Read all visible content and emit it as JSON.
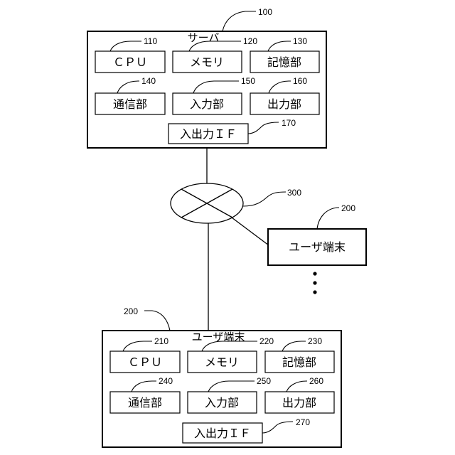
{
  "server": {
    "title": "サーバ",
    "ref": "100",
    "components": [
      {
        "label": "ＣＰＵ",
        "ref": "110"
      },
      {
        "label": "メモリ",
        "ref": "120"
      },
      {
        "label": "記憶部",
        "ref": "130"
      },
      {
        "label": "通信部",
        "ref": "140"
      },
      {
        "label": "入力部",
        "ref": "150"
      },
      {
        "label": "出力部",
        "ref": "160"
      }
    ],
    "io_if": {
      "label": "入出力ＩＦ",
      "ref": "170"
    }
  },
  "network": {
    "ref": "300"
  },
  "user_terminal_remote": {
    "label": "ユーザ端末",
    "ref": "200"
  },
  "user_terminal": {
    "title": "ユーザ端末",
    "ref": "200",
    "components": [
      {
        "label": "ＣＰＵ",
        "ref": "210"
      },
      {
        "label": "メモリ",
        "ref": "220"
      },
      {
        "label": "記憶部",
        "ref": "230"
      },
      {
        "label": "通信部",
        "ref": "240"
      },
      {
        "label": "入力部",
        "ref": "250"
      },
      {
        "label": "出力部",
        "ref": "260"
      }
    ],
    "io_if": {
      "label": "入出力ＩＦ",
      "ref": "270"
    }
  }
}
